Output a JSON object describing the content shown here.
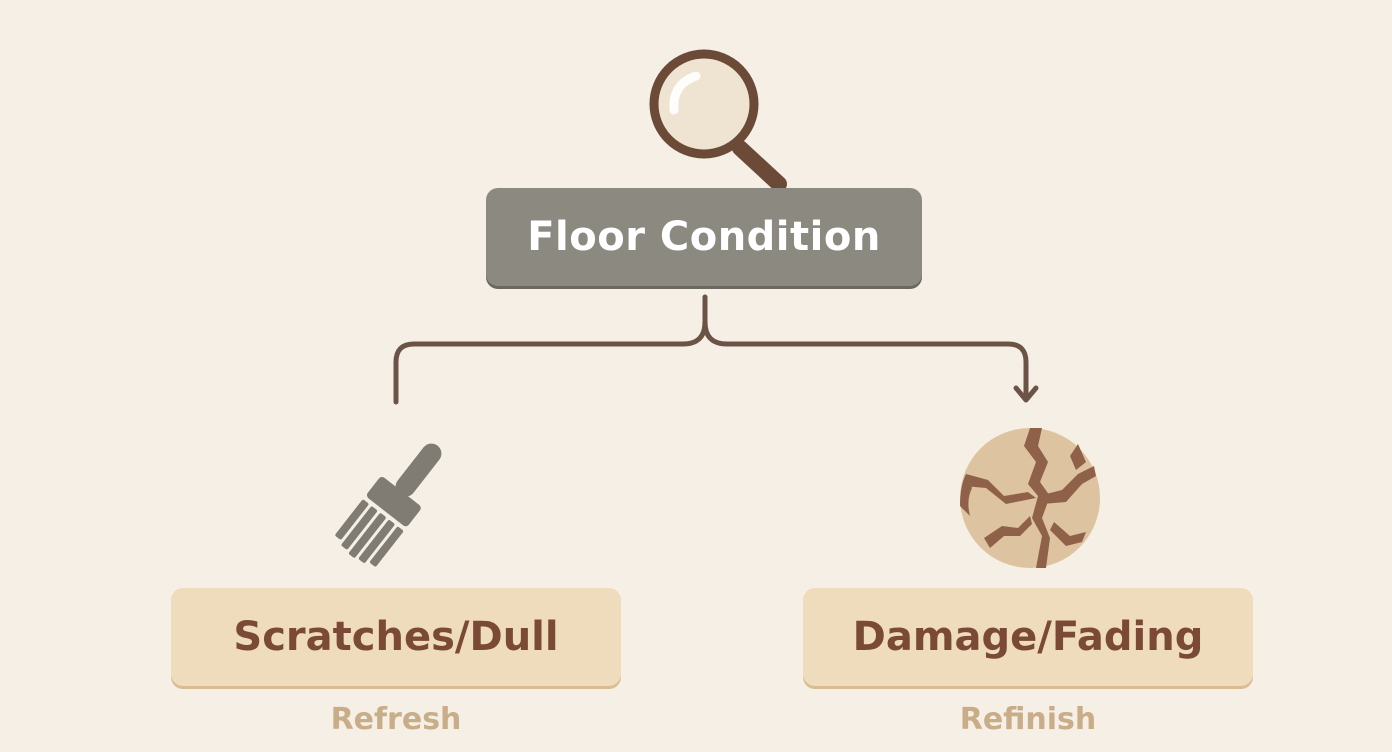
{
  "root": {
    "label": "Floor Condition",
    "icon": "magnifying-glass-icon"
  },
  "branches": [
    {
      "label": "Scratches/Dull",
      "caption": "Refresh",
      "icon": "paintbrush-icon"
    },
    {
      "label": "Damage/Fading",
      "caption": "Refinish",
      "icon": "cracked-wood-icon"
    }
  ],
  "colors": {
    "background": "#f5efe6",
    "root_box": "#8c8a80",
    "leaf_box": "#efdcbd",
    "leaf_text": "#7a4a36",
    "caption_text": "#c8ad88",
    "connector": "#6b5446"
  }
}
